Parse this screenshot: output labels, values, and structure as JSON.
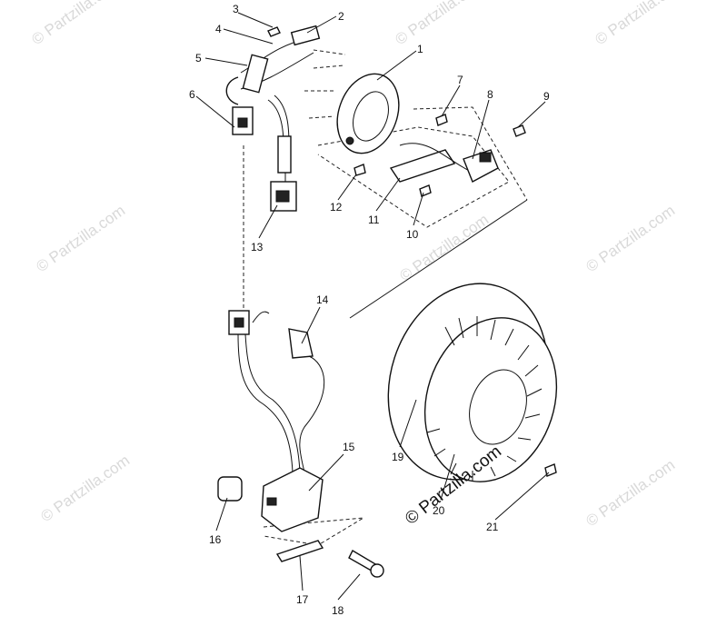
{
  "watermarks": [
    "© Partzilla.com",
    "© Partzilla.com",
    "© Partzilla.com",
    "© Partzilla.com",
    "© Partzilla.com",
    "© Partzilla.com",
    "© Partzilla.com",
    "© Partzilla.com"
  ],
  "center_watermark": "© Partzilla.com",
  "callouts": [
    "1",
    "2",
    "3",
    "4",
    "5",
    "6",
    "7",
    "8",
    "9",
    "10",
    "11",
    "12",
    "13",
    "14",
    "15",
    "16",
    "17",
    "18",
    "19",
    "20",
    "21"
  ]
}
